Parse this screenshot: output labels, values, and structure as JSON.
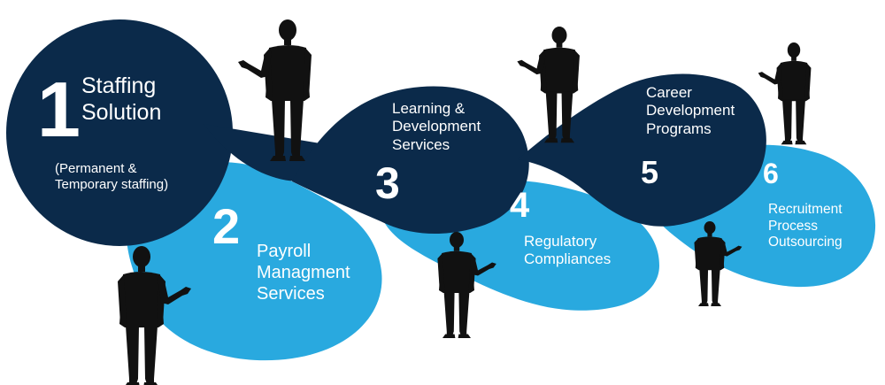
{
  "colors": {
    "dark_navy": "#0b2a4a",
    "light_blue": "#29a9df",
    "silhouette": "#111111",
    "text": "#ffffff"
  },
  "steps": [
    {
      "number": "1",
      "title_lines": [
        "Staffing",
        "Solution"
      ],
      "note_lines": [
        "(Permanent  &",
        "Temporary staffing)"
      ],
      "tone": "dark_navy"
    },
    {
      "number": "2",
      "title_lines": [
        "Payroll",
        "Managment",
        "Services"
      ],
      "tone": "light_blue"
    },
    {
      "number": "3",
      "title_lines": [
        "Learning &",
        "Development",
        "Services"
      ],
      "tone": "dark_navy"
    },
    {
      "number": "4",
      "title_lines": [
        "Regulatory",
        "Compliances"
      ],
      "tone": "light_blue"
    },
    {
      "number": "5",
      "title_lines": [
        "Career",
        "Development",
        "Programs"
      ],
      "tone": "dark_navy"
    },
    {
      "number": "6",
      "title_lines": [
        "Recruitment",
        "Process",
        "Outsourcing"
      ],
      "tone": "light_blue"
    }
  ],
  "figures": [
    {
      "name": "presenter-figure",
      "pose": "gesturing-left",
      "near_step": "1"
    },
    {
      "name": "presenter-figure",
      "pose": "gesturing-right",
      "near_step": "2"
    },
    {
      "name": "presenter-figure",
      "pose": "gesturing-left",
      "near_step": "3"
    },
    {
      "name": "presenter-figure",
      "pose": "gesturing-right",
      "near_step": "4"
    },
    {
      "name": "presenter-figure",
      "pose": "gesturing-left",
      "near_step": "5"
    },
    {
      "name": "presenter-figure",
      "pose": "gesturing-right",
      "near_step": "6"
    }
  ]
}
